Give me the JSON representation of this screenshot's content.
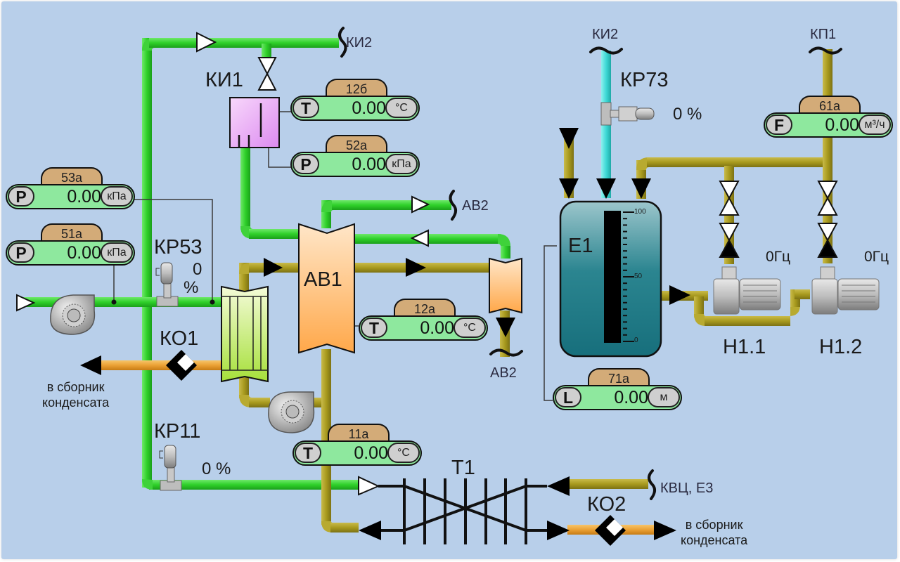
{
  "colors": {
    "background": "#b8cfea",
    "steam_pipe": "#2fbf2a",
    "process_pipe": "#a89a1e",
    "condensate_pipe": "#eba135",
    "water_pipe": "#3fd9d6",
    "sensor_value_bg": "#8ee89e",
    "sensor_tag_bg": "#d3ab78"
  },
  "connectors": {
    "ki2_top": "КИ2",
    "ki2_right": "КИ2",
    "kp1": "КП1",
    "av2_top": "АВ2",
    "av2_bottom": "АВ2",
    "kvc_e3": "КВЦ, Е3"
  },
  "equipment": {
    "ki1": "КИ1",
    "av1": "АВ1",
    "e1": "Е1",
    "t1": "Т1",
    "ko1": "КО1",
    "ko2": "КО2",
    "kr53": "КР53",
    "kr11": "КР11",
    "kr73": "КР73",
    "h11": "Н1.1",
    "h12": "Н1.2"
  },
  "valves": {
    "kr53_value": "0",
    "kr53_unit": "%",
    "kr11_value": "0 %",
    "kr73_value": "0 %"
  },
  "pumps": {
    "h11_freq": "0Гц",
    "h12_freq": "0Гц"
  },
  "notes": {
    "condensate_left_line1": "в сборник",
    "condensate_left_line2": "конденсата",
    "condensate_right_line1": "в сборник",
    "condensate_right_line2": "конденсата"
  },
  "sensors": [
    {
      "id": "53a",
      "tag": "53а",
      "type": "P",
      "value": "0.00",
      "unit": "кПа"
    },
    {
      "id": "51a",
      "tag": "51а",
      "type": "P",
      "value": "0.00",
      "unit": "кПа"
    },
    {
      "id": "12b",
      "tag": "12б",
      "type": "T",
      "value": "0.00",
      "unit": "°C"
    },
    {
      "id": "52a",
      "tag": "52а",
      "type": "P",
      "value": "0.00",
      "unit": "кПа"
    },
    {
      "id": "12a",
      "tag": "12а",
      "type": "T",
      "value": "0.00",
      "unit": "°C"
    },
    {
      "id": "11a",
      "tag": "11а",
      "type": "T",
      "value": "0.00",
      "unit": "°C"
    },
    {
      "id": "61a",
      "tag": "61а",
      "type": "F",
      "value": "0.00",
      "unit": "м³/ч"
    },
    {
      "id": "71a",
      "tag": "71а",
      "type": "L",
      "value": "0.00",
      "unit": "м"
    }
  ],
  "tank_e1": {
    "level_percent": 0,
    "scale_labels": [
      "100",
      "50",
      "0"
    ]
  }
}
